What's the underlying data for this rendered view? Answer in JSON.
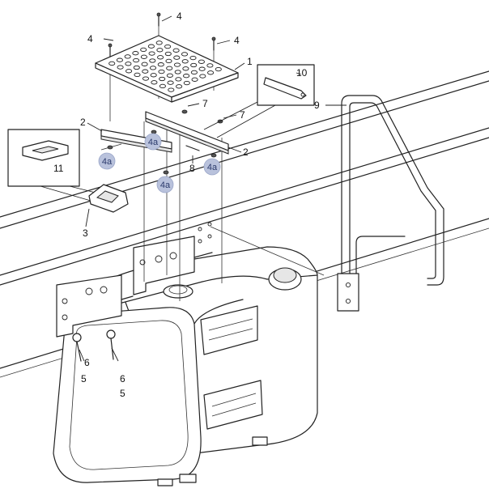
{
  "labels": {
    "l1": "1",
    "l2a": "2",
    "l2b": "2",
    "l3": "3",
    "l4a": "4",
    "l4b": "4",
    "l4c": "4",
    "l5a": "5",
    "l5b": "5",
    "l6a": "6",
    "l6b": "6",
    "l7a": "7",
    "l7b": "7",
    "l8": "8",
    "l9": "9",
    "l10": "10",
    "l11": "11"
  },
  "badges": {
    "b1": "4a",
    "b2": "4a",
    "b3": "4a",
    "b4": "4a"
  }
}
